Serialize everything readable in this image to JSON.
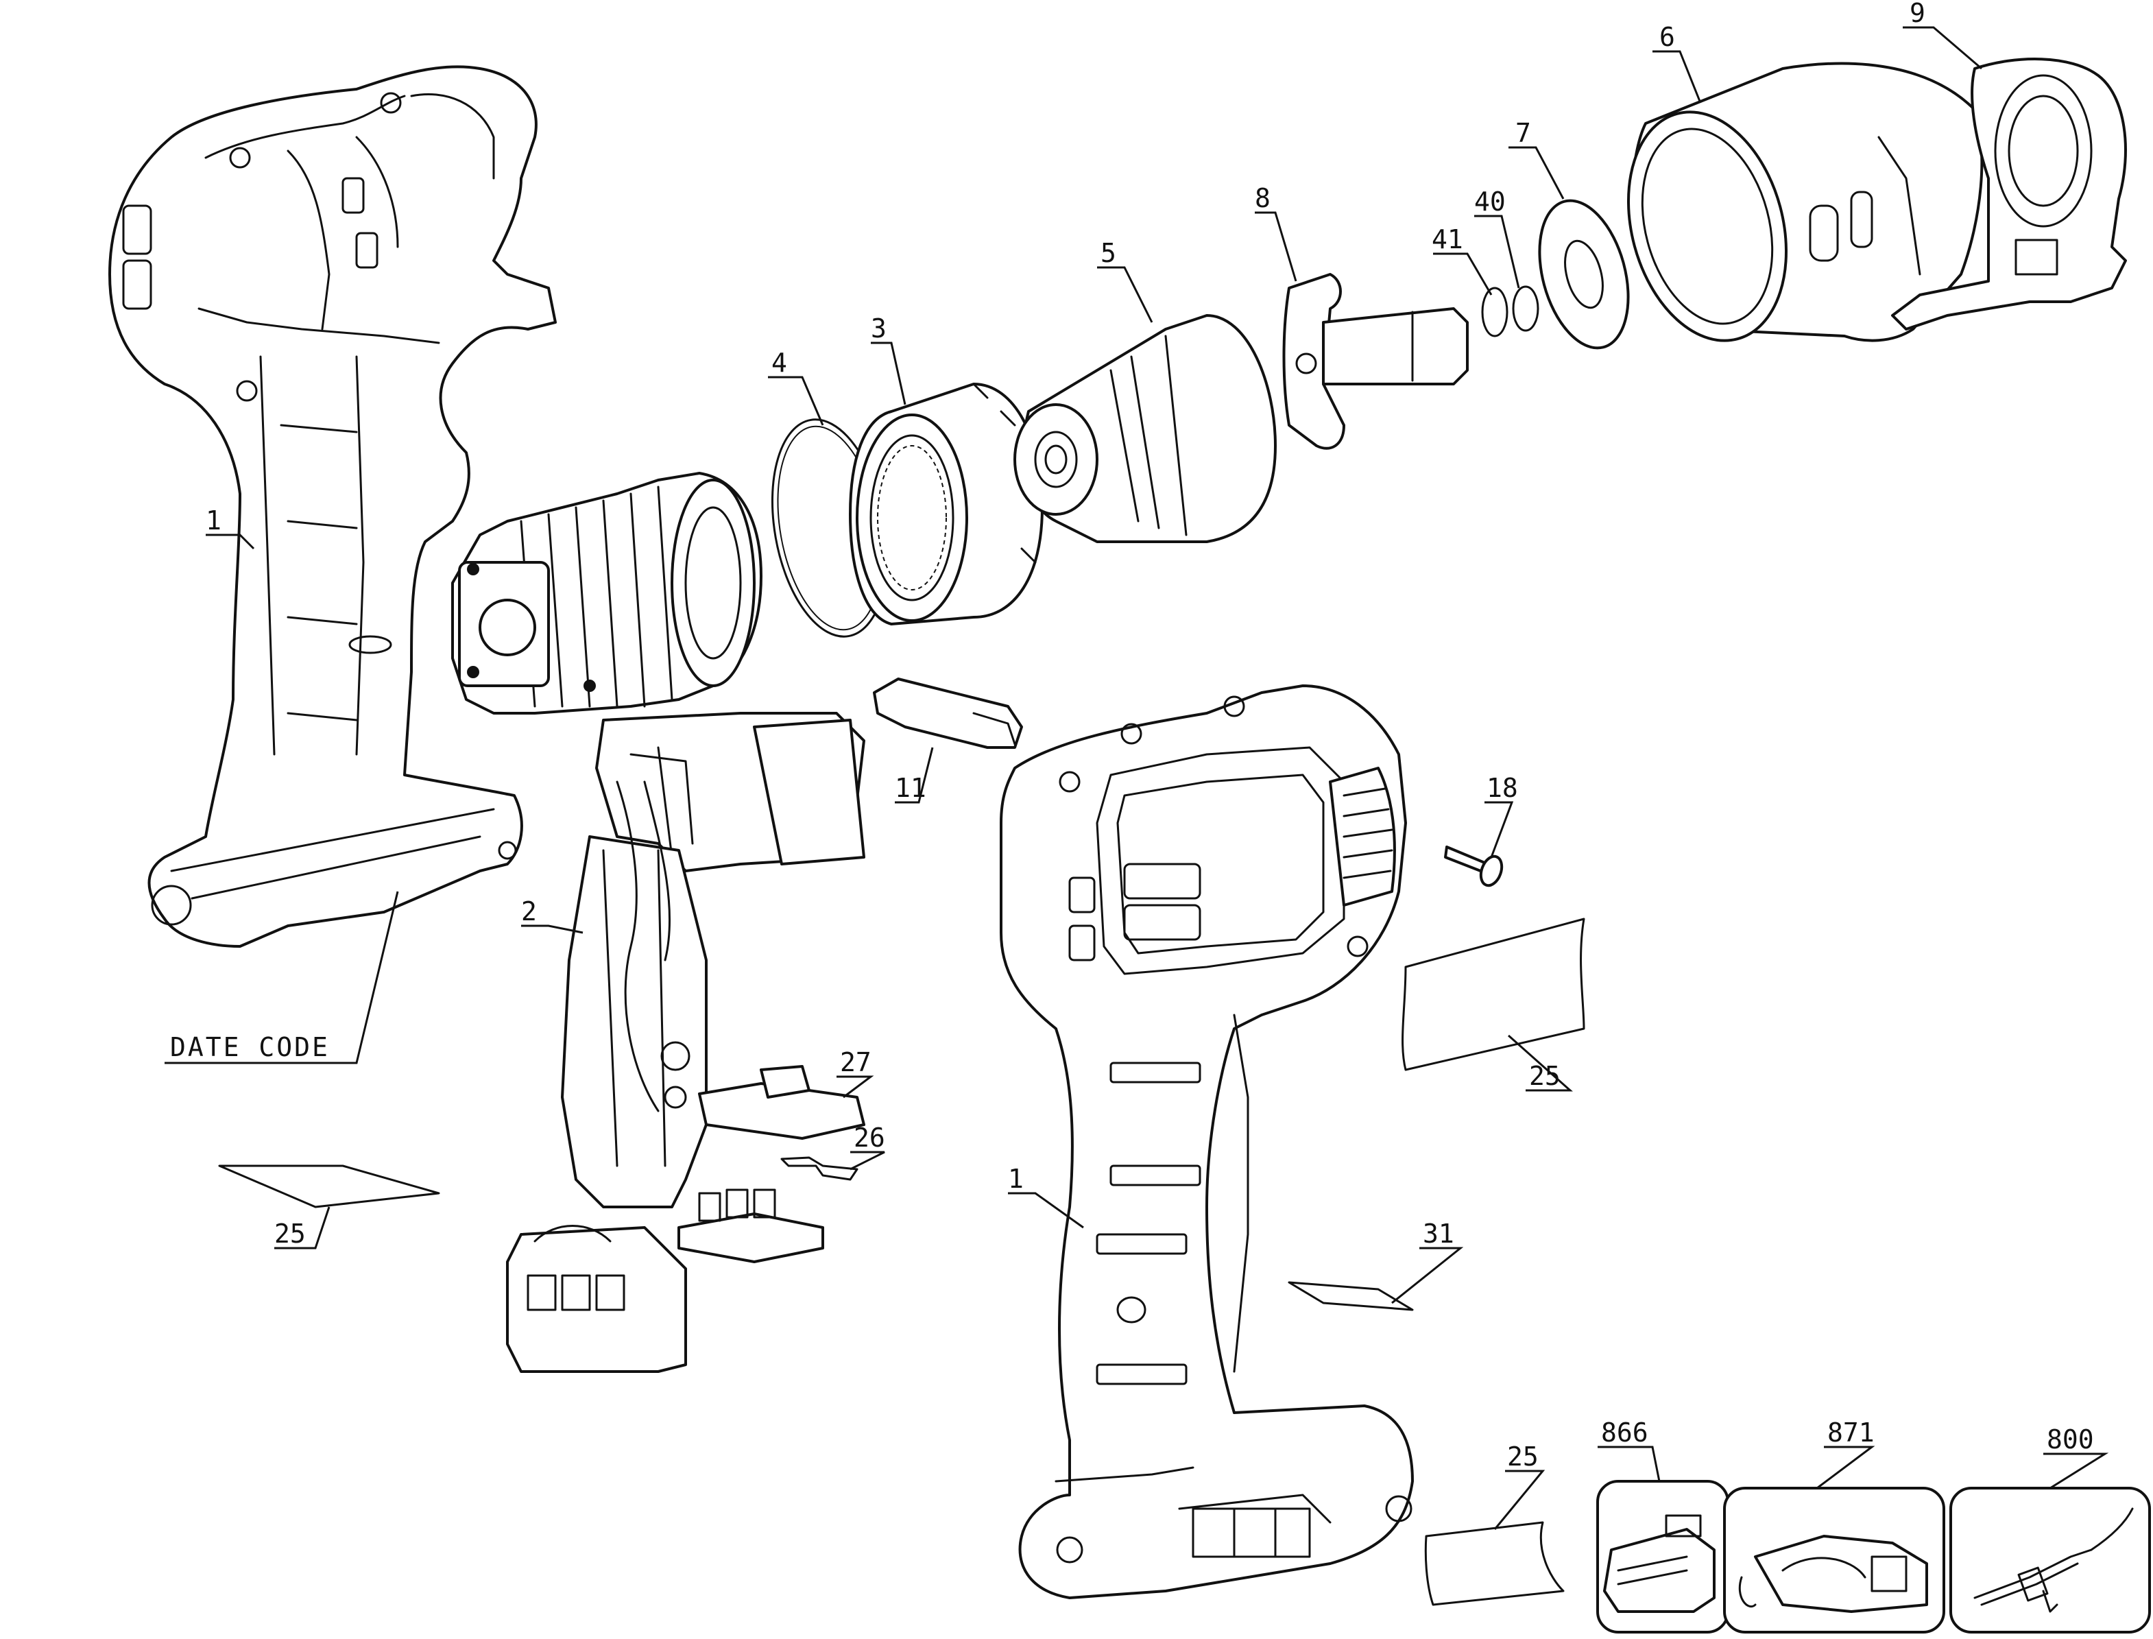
{
  "diagram": {
    "callouts": {
      "housing_left": "1",
      "housing_right": "1",
      "motor_assembly": "2",
      "ring_gear": "3",
      "o_ring": "4",
      "gear_case": "5",
      "front_housing": "6",
      "washer": "7",
      "anvil": "8",
      "clip_bracket": "9",
      "switch_cover": "11",
      "screw": "18",
      "label_left": "25",
      "label_right_upper": "25",
      "label_right_lower": "25",
      "board_bracket": "26",
      "contact_block": "27",
      "nameplate": "31",
      "retaining_ring_40": "40",
      "retaining_ring_41": "41",
      "battery": "866",
      "charger": "871",
      "accessory": "800"
    },
    "date_code_label": "DATE CODE"
  }
}
